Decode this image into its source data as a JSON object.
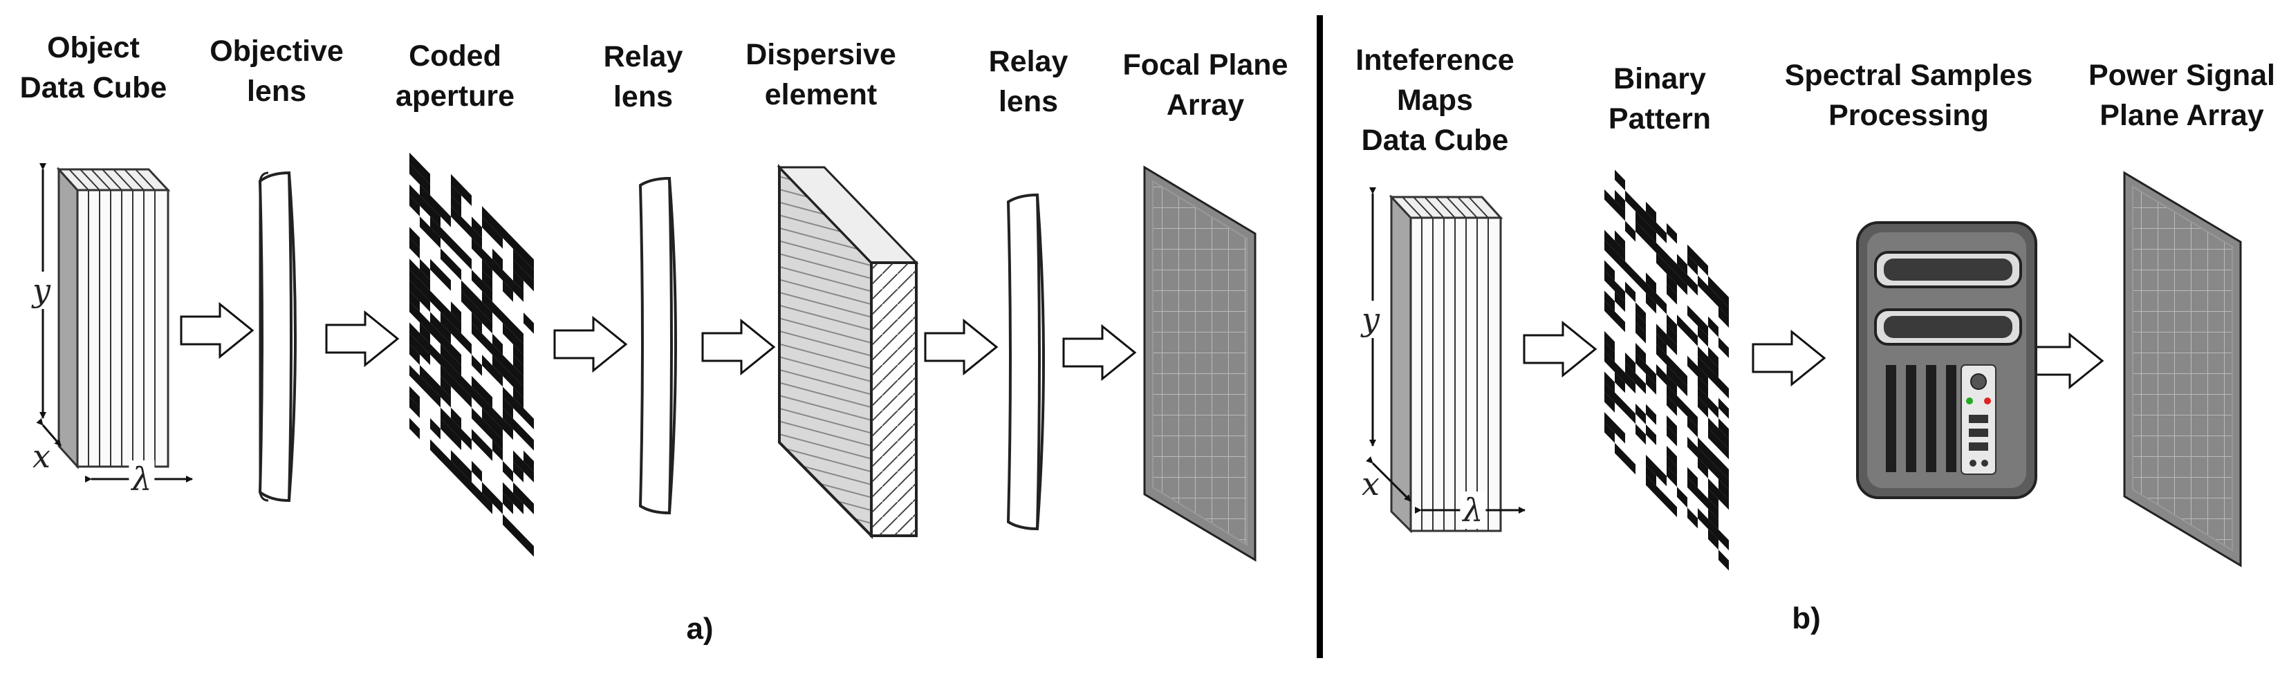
{
  "panel_a": {
    "labels": {
      "object_cube": [
        "Object",
        "Data Cube"
      ],
      "objective_lens": [
        "Objective",
        "lens"
      ],
      "coded_aperture": [
        "Coded",
        "aperture"
      ],
      "relay_lens_1": [
        "Relay",
        "lens"
      ],
      "dispersive": [
        "Dispersive",
        "element"
      ],
      "relay_lens_2": [
        "Relay",
        "lens"
      ],
      "focal_plane": [
        "Focal Plane",
        "Array"
      ]
    },
    "axes": {
      "y": "y",
      "x": "x",
      "lambda": "λ"
    },
    "caption": "a)"
  },
  "panel_b": {
    "labels": {
      "interference_cube": [
        "Inteference",
        "Maps",
        "Data Cube"
      ],
      "binary_pattern": [
        "Binary",
        "Pattern"
      ],
      "processing": [
        "Spectral Samples",
        "Processing"
      ],
      "power_signal": [
        "Power Signal",
        "Plane Array"
      ]
    },
    "axes": {
      "y": "y",
      "x": "x",
      "lambda": "λ"
    },
    "caption": "b)"
  }
}
